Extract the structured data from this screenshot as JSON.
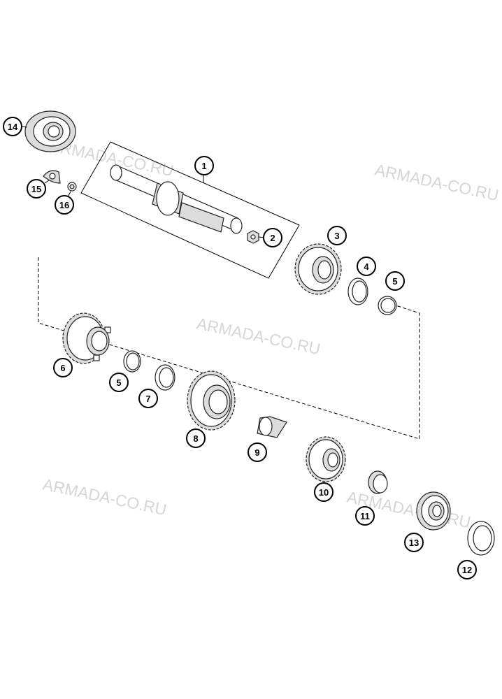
{
  "watermarks": [
    "ARMADA-CO.RU",
    "ARMADA-CO.RU",
    "ARMADA-CO.RU",
    "ARMADA-CO.RU",
    "ARMADA-CO.RU"
  ],
  "callouts": {
    "c1": "1",
    "c2": "2",
    "c3": "3",
    "c4": "4",
    "c5a": "5",
    "c5b": "5",
    "c6": "6",
    "c7": "7",
    "c8": "8",
    "c9": "9",
    "c10": "10",
    "c11": "11",
    "c12": "12",
    "c13": "13",
    "c14": "14",
    "c15": "15",
    "c16": "16"
  }
}
